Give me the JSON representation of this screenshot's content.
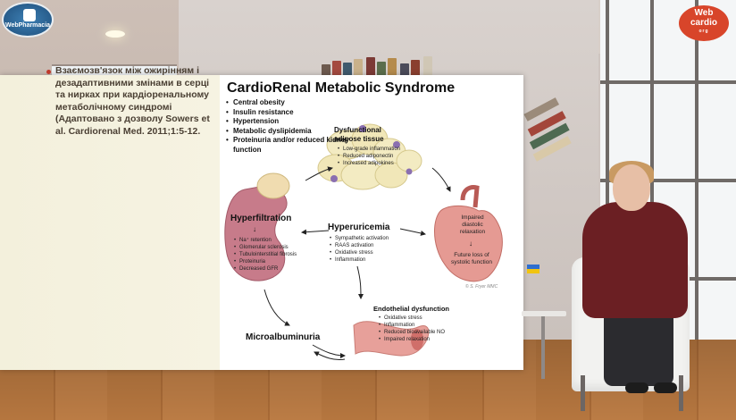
{
  "logos": {
    "left_text": "WebPharmacia",
    "right_line1": "Web",
    "right_line2": "cardio",
    "right_line3": "org"
  },
  "slide": {
    "caption": "Взаємозв'язок між ожирінням і дезадаптивними змінами в серці та нирках при кардіоренальному метаболічному синдромі (Адаптовано з дозволу Sowers et al. Cardiorenal Med. 2011;1:5-12.",
    "figure": {
      "title": "CardioRenal Metabolic Syndrome",
      "risk_factors": [
        "Central obesity",
        "Insulin resistance",
        "Hypertension",
        "Metabolic dyslipidemia",
        "Proteinuria and/or reduced kidney function"
      ],
      "adipose": {
        "title": "Dysfunctional\nadipose tissue",
        "items": [
          "Low-grade inflammation",
          "Reduced adiponectin",
          "Increased adipokines"
        ]
      },
      "hyperfiltration": {
        "title": "Hyperfiltration",
        "arrow": "↓",
        "items": [
          "Na⁺ retention",
          "Glomerular sclerosis",
          "Tubulointerstitial fibrosis",
          "Proteinuria",
          "Decreased GFR"
        ]
      },
      "hyperuricemia": {
        "title": "Hyperuricemia",
        "items": [
          "Sympathetic activation",
          "RAAS activation",
          "Oxidative stress",
          "Inflammation"
        ]
      },
      "heart": {
        "label_top": "Impaired\ndiastolic\nrelaxation",
        "arrow": "↓",
        "label_bottom": "Future loss of\nsystolic function"
      },
      "endothelial": {
        "title": "Endothelial dysfunction",
        "items": [
          "Oxidative stress",
          "Inflammation",
          "Reduced bioavailable NO",
          "Impaired relaxation"
        ]
      },
      "microalbuminuria": "Microalbuminuria",
      "signature": "© S. Fryer MMC"
    }
  },
  "colors": {
    "logo_right": "#d8452a",
    "logo_left": "#1f4f7c",
    "caption_bullet": "#c0392b",
    "kidney": "#c77b8a",
    "adipose": "#f1e7b8",
    "vessel": "#e7a09a"
  }
}
